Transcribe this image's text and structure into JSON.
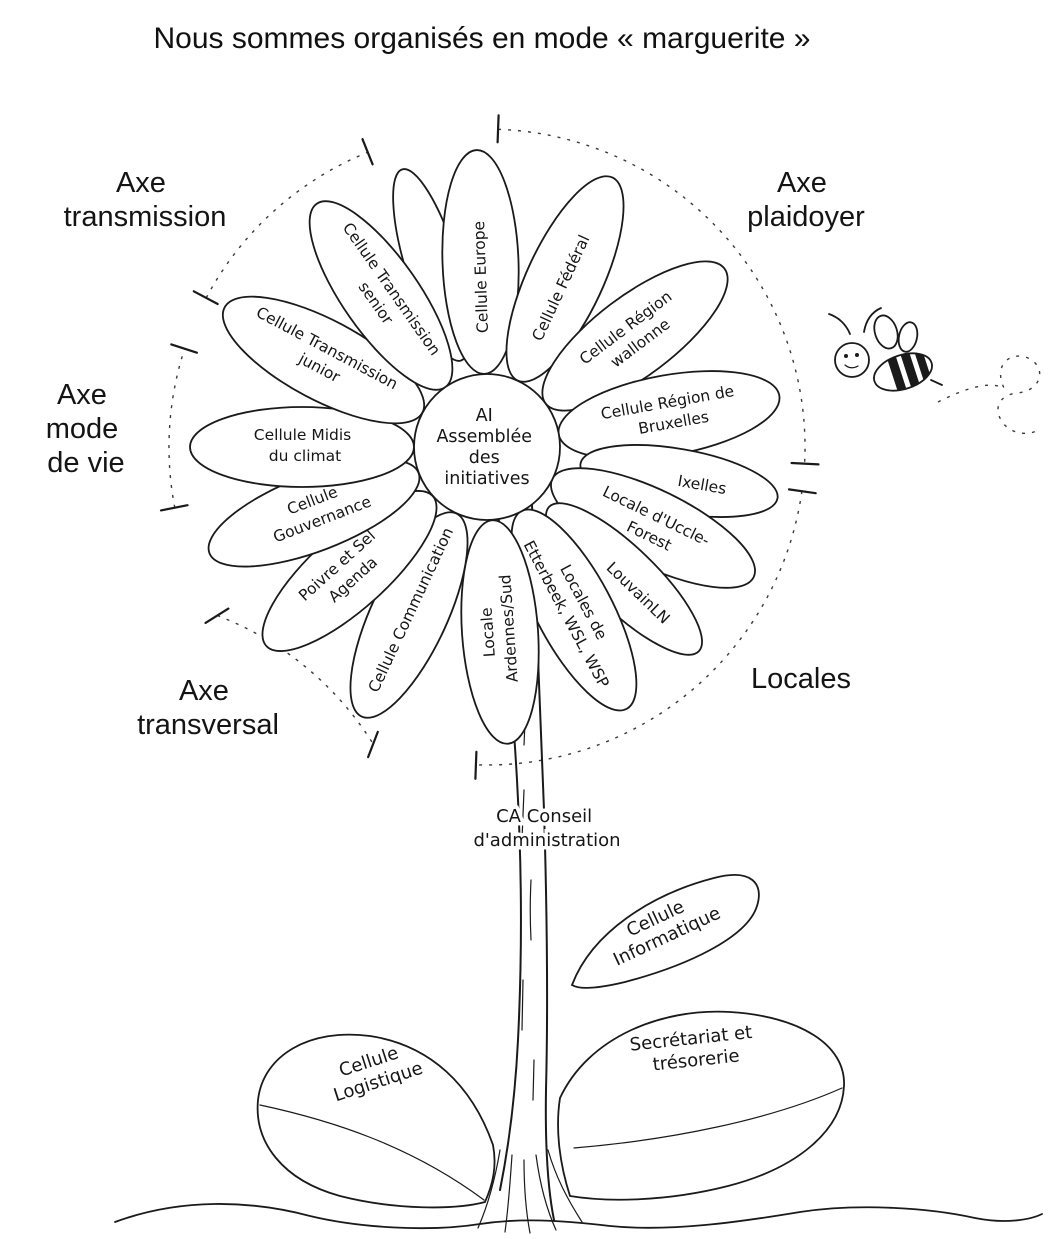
{
  "title": "Nous sommes organisés en mode « marguerite »",
  "center": {
    "lines": [
      "AI",
      "Assemblée",
      "des",
      "initiatives"
    ]
  },
  "axes": {
    "transmission": {
      "lines": [
        "Axe",
        "transmission"
      ]
    },
    "plaidoyer": {
      "lines": [
        "Axe",
        "plaidoyer"
      ]
    },
    "mode_de_vie": {
      "lines": [
        "Axe",
        "mode",
        "de vie"
      ]
    },
    "transversal": {
      "lines": [
        "Axe",
        "transversal"
      ]
    },
    "locales": {
      "lines": [
        "Locales"
      ]
    }
  },
  "petals": [
    {
      "id": "cellule-europe",
      "lines": [
        "Cellule Europe"
      ]
    },
    {
      "id": "cellule-federal",
      "lines": [
        "Cellule Fédéral"
      ]
    },
    {
      "id": "cellule-region-wallonne",
      "lines": [
        "Cellule Région",
        "wallonne"
      ]
    },
    {
      "id": "cellule-region-de-bruxelles",
      "lines": [
        "Cellule Région de",
        "Bruxelles"
      ]
    },
    {
      "id": "ixelles",
      "lines": [
        "Ixelles"
      ]
    },
    {
      "id": "locale-uccle-forest",
      "lines": [
        "Locale d'Uccle-",
        "Forest"
      ]
    },
    {
      "id": "louvainln",
      "lines": [
        "LouvainLN"
      ]
    },
    {
      "id": "locales-etterbeek-wsl-wsp",
      "lines": [
        "Locales de",
        "Etterbeek, WSL, WSP"
      ]
    },
    {
      "id": "locale-ardennes-sud",
      "lines": [
        "Locale",
        "Ardennes/Sud"
      ]
    },
    {
      "id": "cellule-communication",
      "lines": [
        "Cellule Communication"
      ]
    },
    {
      "id": "poivre-et-sel-agenda",
      "lines": [
        "Poivre et Sel",
        "Agenda"
      ]
    },
    {
      "id": "cellule-gouvernance",
      "lines": [
        "Cellule",
        "Gouvernance"
      ]
    },
    {
      "id": "cellule-midis-du-climat",
      "lines": [
        "Cellule Midis",
        "du climat"
      ]
    },
    {
      "id": "cellule-transmission-junior",
      "lines": [
        "Cellule Transmission",
        "junior"
      ]
    },
    {
      "id": "cellule-transmission-senior",
      "lines": [
        "Cellule Transmission",
        "senior"
      ]
    }
  ],
  "stem": {
    "label_lines": [
      "CA Conseil",
      "d'administration"
    ]
  },
  "leaves": [
    {
      "id": "cellule-informatique",
      "lines": [
        "Cellule",
        "Informatique"
      ]
    },
    {
      "id": "secretariat-et-tresorerie",
      "lines": [
        "Secrétariat et",
        "trésorerie"
      ]
    },
    {
      "id": "cellule-logistique",
      "lines": [
        "Cellule",
        "Logistique"
      ]
    }
  ],
  "icons": {
    "bee": "bee-icon"
  },
  "colors": {
    "ink": "#1a1a1a",
    "background": "#ffffff"
  }
}
